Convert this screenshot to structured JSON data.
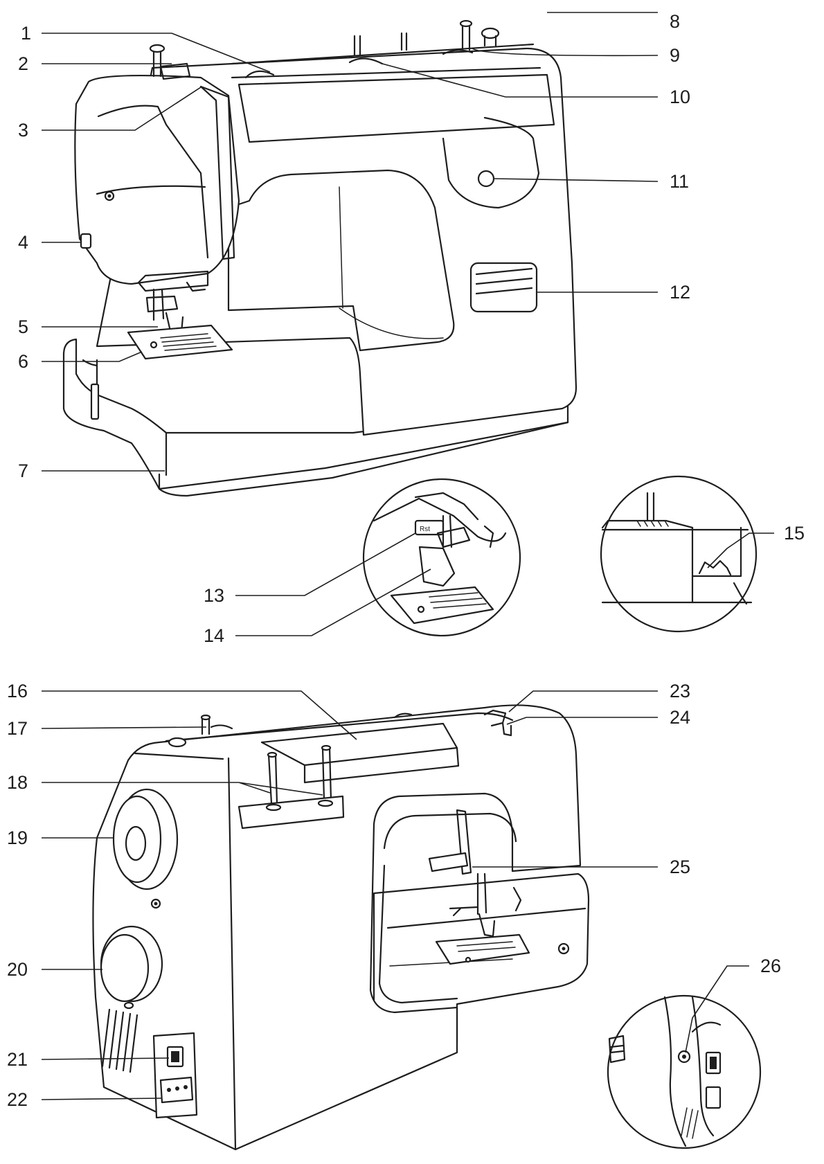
{
  "callouts": [
    {
      "id": "1",
      "label": "1"
    },
    {
      "id": "2",
      "label": "2"
    },
    {
      "id": "3",
      "label": "3"
    },
    {
      "id": "4",
      "label": "4"
    },
    {
      "id": "5",
      "label": "5"
    },
    {
      "id": "6",
      "label": "6"
    },
    {
      "id": "7",
      "label": "7"
    },
    {
      "id": "8",
      "label": "8"
    },
    {
      "id": "9",
      "label": "9"
    },
    {
      "id": "10",
      "label": "10"
    },
    {
      "id": "11",
      "label": "11"
    },
    {
      "id": "12",
      "label": "12"
    },
    {
      "id": "13",
      "label": "13"
    },
    {
      "id": "14",
      "label": "14"
    },
    {
      "id": "15",
      "label": "15"
    },
    {
      "id": "16",
      "label": "16"
    },
    {
      "id": "17",
      "label": "17"
    },
    {
      "id": "18",
      "label": "18"
    },
    {
      "id": "19",
      "label": "19"
    },
    {
      "id": "20",
      "label": "20"
    },
    {
      "id": "21",
      "label": "21"
    },
    {
      "id": "22",
      "label": "22"
    },
    {
      "id": "23",
      "label": "23"
    },
    {
      "id": "24",
      "label": "24"
    },
    {
      "id": "25",
      "label": "25"
    },
    {
      "id": "26",
      "label": "26"
    }
  ],
  "inset_label": "Rst"
}
